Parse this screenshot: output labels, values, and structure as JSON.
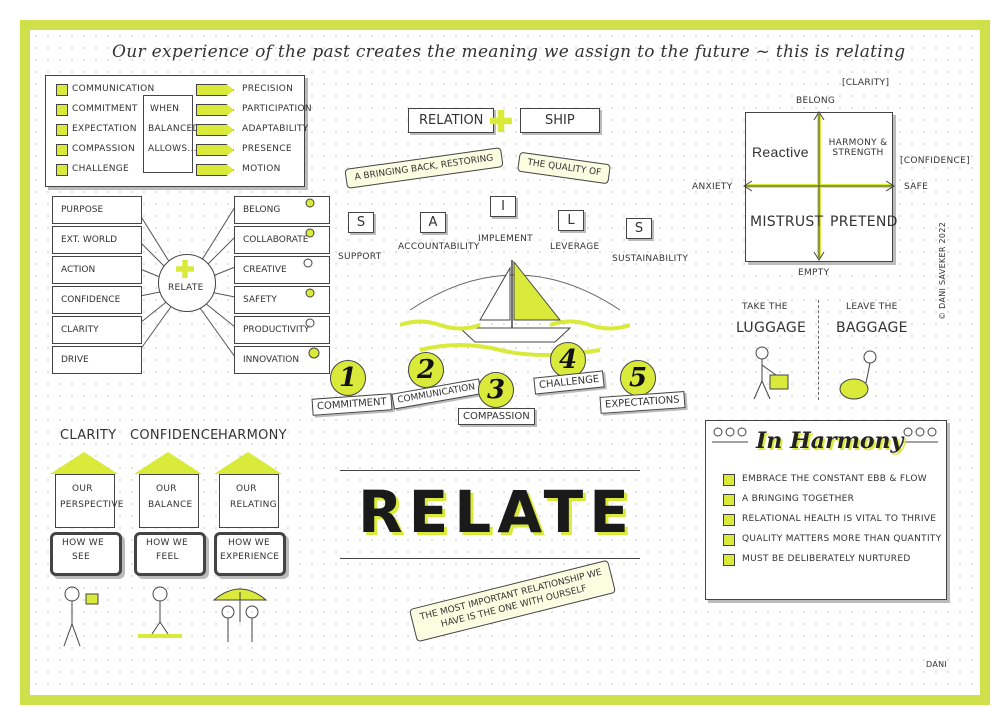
{
  "headline": "Our experience of the past creates the meaning we assign to the future ~ this is relating",
  "balance_box": {
    "left_items": [
      "Communication",
      "Commitment",
      "Expectation",
      "Compassion",
      "Challenge"
    ],
    "middle": [
      "When",
      "Balanced",
      "Allows..."
    ],
    "right_items": [
      "Precision",
      "Participation",
      "Adaptability",
      "Presence",
      "Motion"
    ]
  },
  "relate_wheel": {
    "center": "Relate",
    "left": [
      "Purpose",
      "Ext. World",
      "Action",
      "Confidence",
      "Clarity",
      "Drive"
    ],
    "right": [
      "Belong",
      "Collaborate",
      "Creative",
      "Safety",
      "Productivity",
      "Innovation"
    ]
  },
  "relationship": {
    "relation": "Relation",
    "plus": "+",
    "ship": "Ship",
    "banner_left": "A bringing back, restoring",
    "banner_right": "The quality of"
  },
  "sails": [
    {
      "letter": "S",
      "word": "Support"
    },
    {
      "letter": "A",
      "word": "Accountability"
    },
    {
      "letter": "I",
      "word": "Implement"
    },
    {
      "letter": "L",
      "word": "Leverage"
    },
    {
      "letter": "S",
      "word": "Sustainability"
    }
  ],
  "numbered": [
    {
      "n": "1",
      "label": "Commitment"
    },
    {
      "n": "2",
      "label": "Communication"
    },
    {
      "n": "3",
      "label": "Compassion"
    },
    {
      "n": "4",
      "label": "Challenge"
    },
    {
      "n": "5",
      "label": "Expectations"
    }
  ],
  "quadrant": {
    "top": "Belong",
    "top_tag": "[Clarity]",
    "bottom": "Empty",
    "left": "Anxiety",
    "right": "Safe",
    "right_tag": "[Confidence]",
    "q1": "Reactive",
    "q2": "Harmony & Strength",
    "q3": "Mistrust",
    "q4": "Pretend"
  },
  "luggage": {
    "take_the": "Take the",
    "luggage": "Luggage",
    "leave_the": "Leave the",
    "baggage": "Baggage"
  },
  "author_vertical": "© Dani Saveker 2022",
  "columns": [
    {
      "title": "Clarity",
      "top": [
        "Our",
        "Perspective"
      ],
      "bottom": [
        "How we",
        "see"
      ]
    },
    {
      "title": "Confidence",
      "top": [
        "Our",
        "Balance"
      ],
      "bottom": [
        "How we",
        "feel"
      ]
    },
    {
      "title": "Harmony",
      "top": [
        "Our",
        "Relating"
      ],
      "bottom": [
        "How we",
        "experience"
      ]
    }
  ],
  "relate_title": "RELATE",
  "quote_banner": [
    "The most important relationship we",
    "have is the one with ourself"
  ],
  "harmony": {
    "title": "In Harmony",
    "items": [
      "Embrace the constant ebb & flow",
      "A bringing together",
      "Relational health is vital to thrive",
      "Quality matters more than quantity",
      "Must be deliberately nurtured"
    ]
  },
  "signature": "Dani",
  "colors": {
    "accent": "#d9ea3a",
    "frame": "#cfe04a",
    "ink": "#333333"
  }
}
